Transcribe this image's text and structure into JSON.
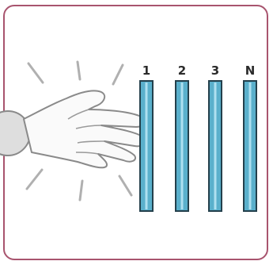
{
  "figure": {
    "frame_color": "#a8546e",
    "bar_color": "#5ab0cc",
    "bar_outline_color": "#24404c",
    "ray_color": "#b0b0b0",
    "hand_fill": "#fafafa",
    "hand_outline": "#8a8a8a",
    "bars": [
      {
        "label": "1"
      },
      {
        "label": "2"
      },
      {
        "label": "3"
      },
      {
        "label": "N"
      }
    ],
    "icons": {
      "hand": "hand-icon",
      "glow": "light-rays-icon"
    }
  }
}
